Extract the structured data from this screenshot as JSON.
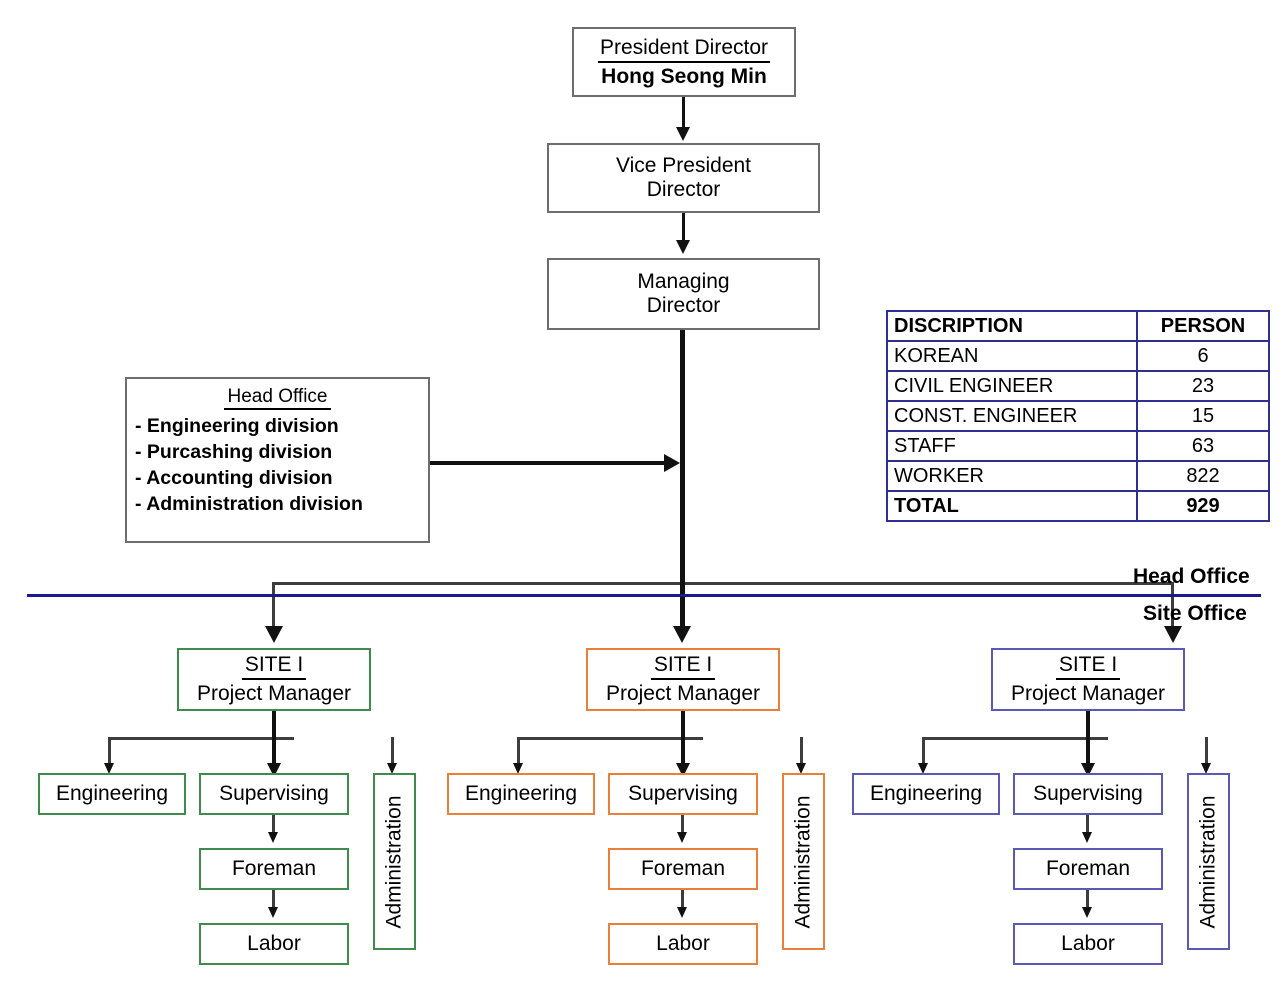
{
  "chart": {
    "kind": "organization-chart",
    "title_present": false
  },
  "executives": {
    "president": {
      "title": "President Director",
      "name": "Hong Seong Min"
    },
    "vice_president": {
      "line1": "Vice President",
      "line2": "Director"
    },
    "managing": {
      "line1": "Managing",
      "line2": "Director"
    }
  },
  "head_office": {
    "title": "Head Office",
    "divisions": [
      "- Engineering division",
      "- Purcashing division",
      "- Accounting division",
      "- Administration division"
    ]
  },
  "personnel_table": {
    "headers": [
      "DISCRIPTION",
      "PERSON"
    ],
    "rows": [
      {
        "description": "KOREAN",
        "person": "6"
      },
      {
        "description": "CIVIL ENGINEER",
        "person": "23"
      },
      {
        "description": "CONST. ENGINEER",
        "person": "15"
      },
      {
        "description": "STAFF",
        "person": "63"
      },
      {
        "description": "WORKER",
        "person": "822"
      }
    ],
    "total": {
      "description": "TOTAL",
      "person": "929"
    },
    "border_color": "#2f2f8f"
  },
  "divider": {
    "above_label": "Head Office",
    "below_label": "Site Office",
    "color": "#1a1a8c"
  },
  "sites": [
    {
      "id": "site-1",
      "site_label": "SITE I",
      "role": "Project Manager",
      "color": "#3f8a4d",
      "children": [
        "Engineering",
        "Supervising",
        "Administration"
      ],
      "chain": [
        "Foreman",
        "Labor"
      ]
    },
    {
      "id": "site-2",
      "site_label": "SITE I",
      "role": "Project Manager",
      "color": "#e8803a",
      "children": [
        "Engineering",
        "Supervising",
        "Administration"
      ],
      "chain": [
        "Foreman",
        "Labor"
      ]
    },
    {
      "id": "site-3",
      "site_label": "SITE I",
      "role": "Project Manager",
      "color": "#5a5ab4",
      "children": [
        "Engineering",
        "Supervising",
        "Administration"
      ],
      "chain": [
        "Foreman",
        "Labor"
      ]
    }
  ]
}
